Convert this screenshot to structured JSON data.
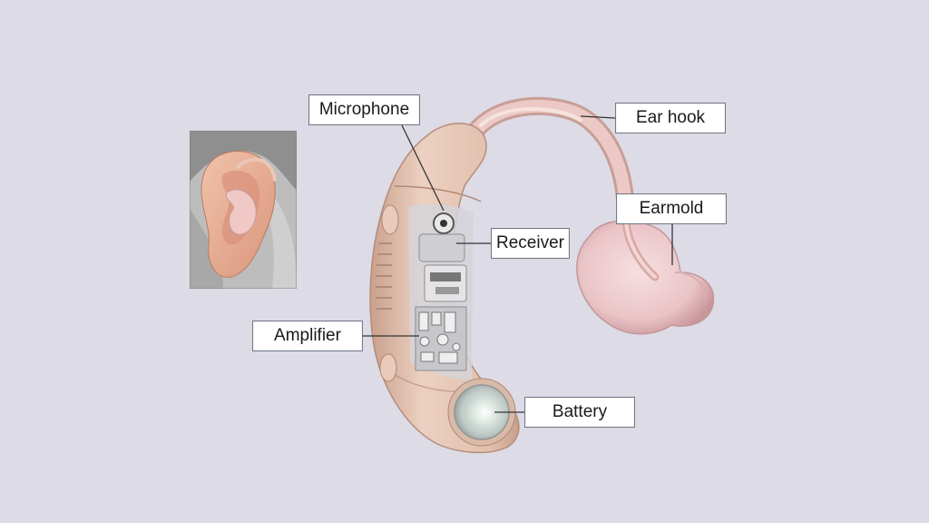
{
  "labels": {
    "microphone": "Microphone",
    "ear_hook": "Ear hook",
    "earmold": "Earmold",
    "receiver": "Receiver",
    "amplifier": "Amplifier",
    "battery": "Battery"
  },
  "colors": {
    "background": "#dddbe6",
    "device_body": "#e6c6b4",
    "device_shadow": "#c79f8c",
    "earmold": "#edc9cc",
    "leader_line": "#333333",
    "label_border": "#6f7a86",
    "internal_parts": "#c9c9cc",
    "skin": "#e7ad93",
    "hair": "#b7b7b7"
  },
  "icons": {
    "inset_photo": "ear-wearing-hearing-aid-illustration",
    "device": "behind-the-ear-hearing-aid-cutaway"
  }
}
